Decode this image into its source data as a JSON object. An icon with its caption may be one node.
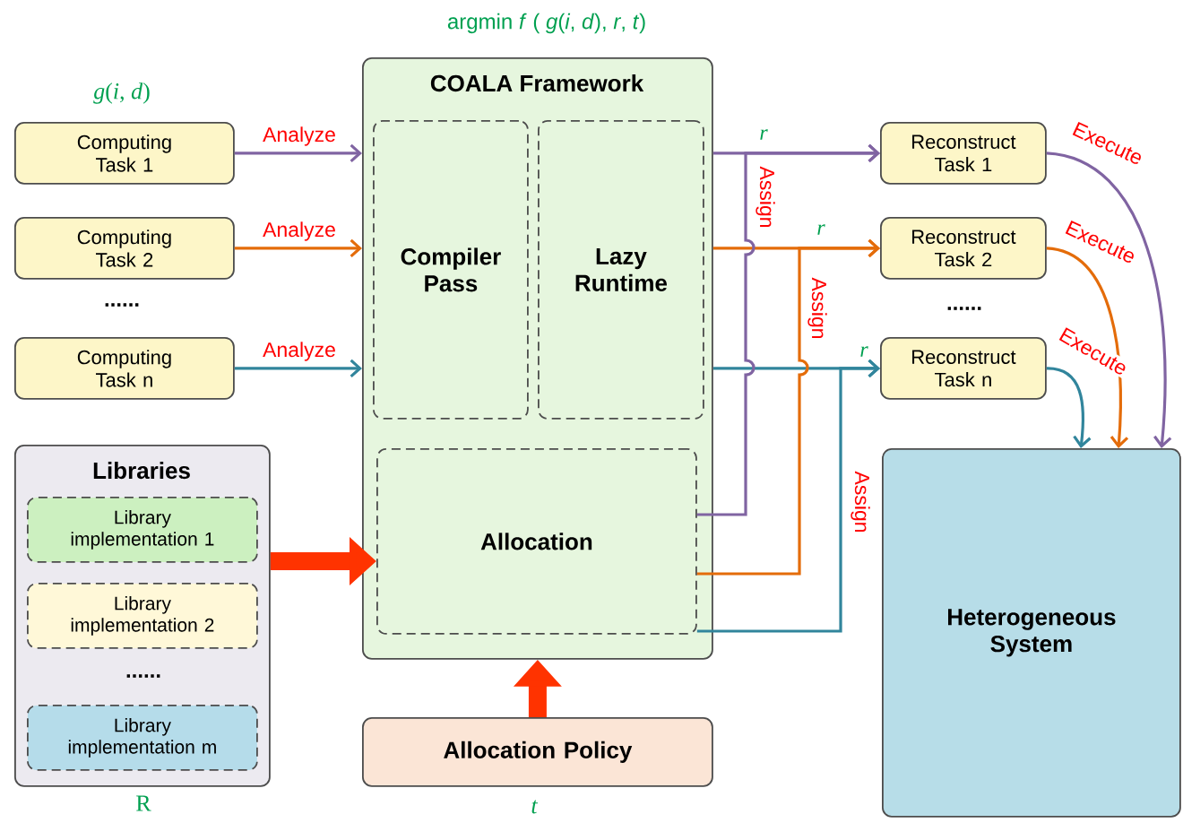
{
  "diagram": {
    "nodes": [
      {
        "text": [
          "Computing Task 1"
        ]
      },
      {
        "text": [
          "Computing Task 2"
        ]
      },
      {
        "text": [
          "Computing Task n"
        ]
      },
      {
        "text": [
          "COALA Framework"
        ]
      },
      {
        "text": [
          "Compiler Pass"
        ],
        "in": 3
      },
      {
        "text": [
          "Lazy Runtime"
        ],
        "in": 3
      },
      {
        "text": [
          "Allocation"
        ],
        "in": 3
      },
      {
        "text": [
          "Libraries"
        ]
      },
      {
        "text": [
          "Library implementation 1"
        ],
        "in": 7
      },
      {
        "text": [
          "Library implementation 2"
        ],
        "in": 7
      },
      {
        "text": [
          "Library implementation m"
        ],
        "in": 7
      },
      {
        "text": [
          "Allocation Policy"
        ]
      },
      {
        "text": [
          "Reconstruct Task 1"
        ]
      },
      {
        "text": [
          "Reconstruct Task 2"
        ]
      },
      {
        "text": [
          "Reconstruct Task n"
        ]
      },
      {
        "text": [
          "Heterogeneous System"
        ]
      }
    ],
    "edges": [
      {
        "from": 0,
        "to": 3,
        "arrow": "to",
        "label": "Analyze",
        "color": "#8064a2"
      },
      {
        "from": 1,
        "to": 3,
        "arrow": "to",
        "label": "Analyze",
        "color": "#e46c0a"
      },
      {
        "from": 2,
        "to": 3,
        "arrow": "to",
        "label": "Analyze",
        "color": "#31859c"
      },
      {
        "from": 3,
        "to": 12,
        "arrow": "to",
        "label": "r",
        "color": "#8064a2"
      },
      {
        "from": 3,
        "to": 13,
        "arrow": "to",
        "label": "r",
        "color": "#e46c0a"
      },
      {
        "from": 3,
        "to": 14,
        "arrow": "to",
        "label": "r",
        "color": "#31859c"
      },
      {
        "from": 6,
        "to": 12,
        "arrow": "to",
        "label": "Assign",
        "color": "#8064a2"
      },
      {
        "from": 6,
        "to": 13,
        "arrow": "to",
        "label": "Assign",
        "color": "#e46c0a"
      },
      {
        "from": 6,
        "to": 14,
        "arrow": "to",
        "label": "Assign",
        "color": "#31859c"
      },
      {
        "from": 12,
        "to": 15,
        "arrow": "to",
        "label": "Execute",
        "color": "#8064a2"
      },
      {
        "from": 13,
        "to": 15,
        "arrow": "to",
        "label": "Execute",
        "color": "#e46c0a"
      },
      {
        "from": 14,
        "to": 15,
        "arrow": "to",
        "label": "Execute",
        "color": "#31859c"
      },
      {
        "from": 7,
        "to": 6,
        "arrow": "to",
        "style": "thick",
        "color": "#ff3300"
      },
      {
        "from": 11,
        "to": 3,
        "arrow": "to",
        "style": "thick",
        "color": "#ff3300"
      }
    ],
    "labels": [
      "argmin *f* ( *g*(*i*, *d*), *r*, *t*)",
      "*g*(*i*, *d*)",
      "......",
      "......",
      "......",
      "R",
      "t"
    ]
  }
}
